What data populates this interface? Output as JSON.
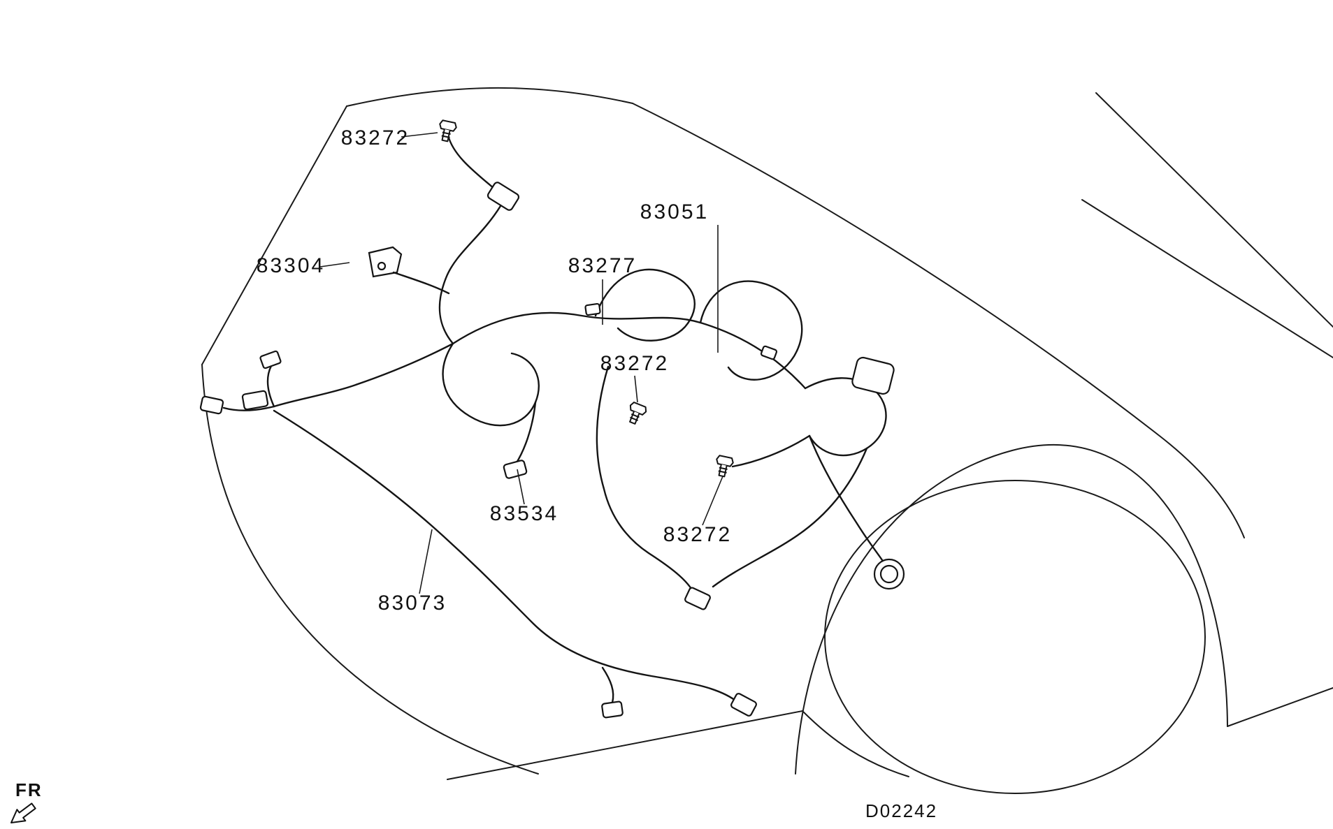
{
  "diagram": {
    "code": "D02242",
    "orientation_label": "FR",
    "colors": {
      "line": "#1a1a1a",
      "background": "#ffffff"
    },
    "icons": {
      "fastener": "bolt-icon",
      "mount_bracket": "bracket-icon",
      "orientation_arrow": "arrow-down-left-icon"
    },
    "labels": [
      {
        "part": "83272"
      },
      {
        "part": "83304"
      },
      {
        "part": "83051"
      },
      {
        "part": "83277"
      },
      {
        "part": "83272"
      },
      {
        "part": "83534"
      },
      {
        "part": "83272"
      },
      {
        "part": "83073"
      }
    ]
  }
}
